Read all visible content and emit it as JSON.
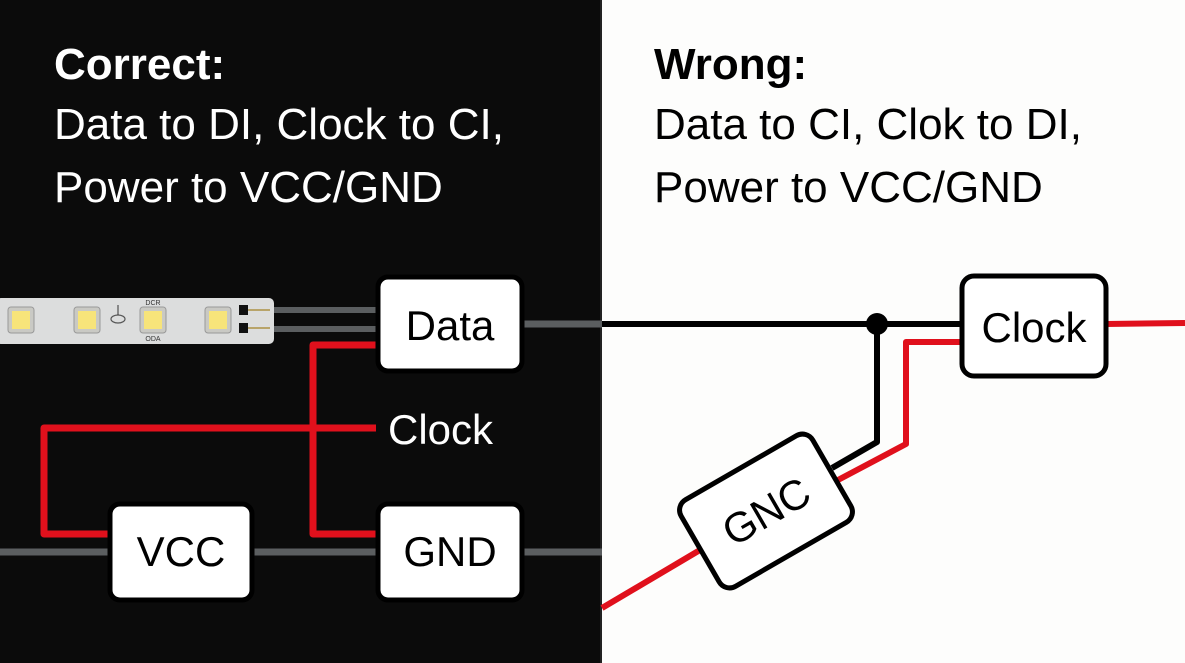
{
  "colors": {
    "left_bg": "#0b0b0b",
    "right_bg": "#fdfdfc",
    "red_wire": "#e0101c",
    "gray_wire": "#5b5e60",
    "black_wire": "#000000"
  },
  "correct": {
    "heading": "Correct:",
    "line1": "Data to DI, Clock to CI,",
    "line2": "Power to VCC/GND",
    "strip": {
      "label_top": "DCR",
      "label_bottom": "ODA",
      "led_count": 4
    },
    "boxes": {
      "data": "Data",
      "vcc": "VCC",
      "gnd": "GND"
    },
    "clock_label": "Clock"
  },
  "wrong": {
    "heading": "Wrong:",
    "line1": "Data to CI, Clok to DI,",
    "line2": "Power to VCC/GND",
    "boxes": {
      "clock": "Clock",
      "gnc": "GNC"
    }
  }
}
